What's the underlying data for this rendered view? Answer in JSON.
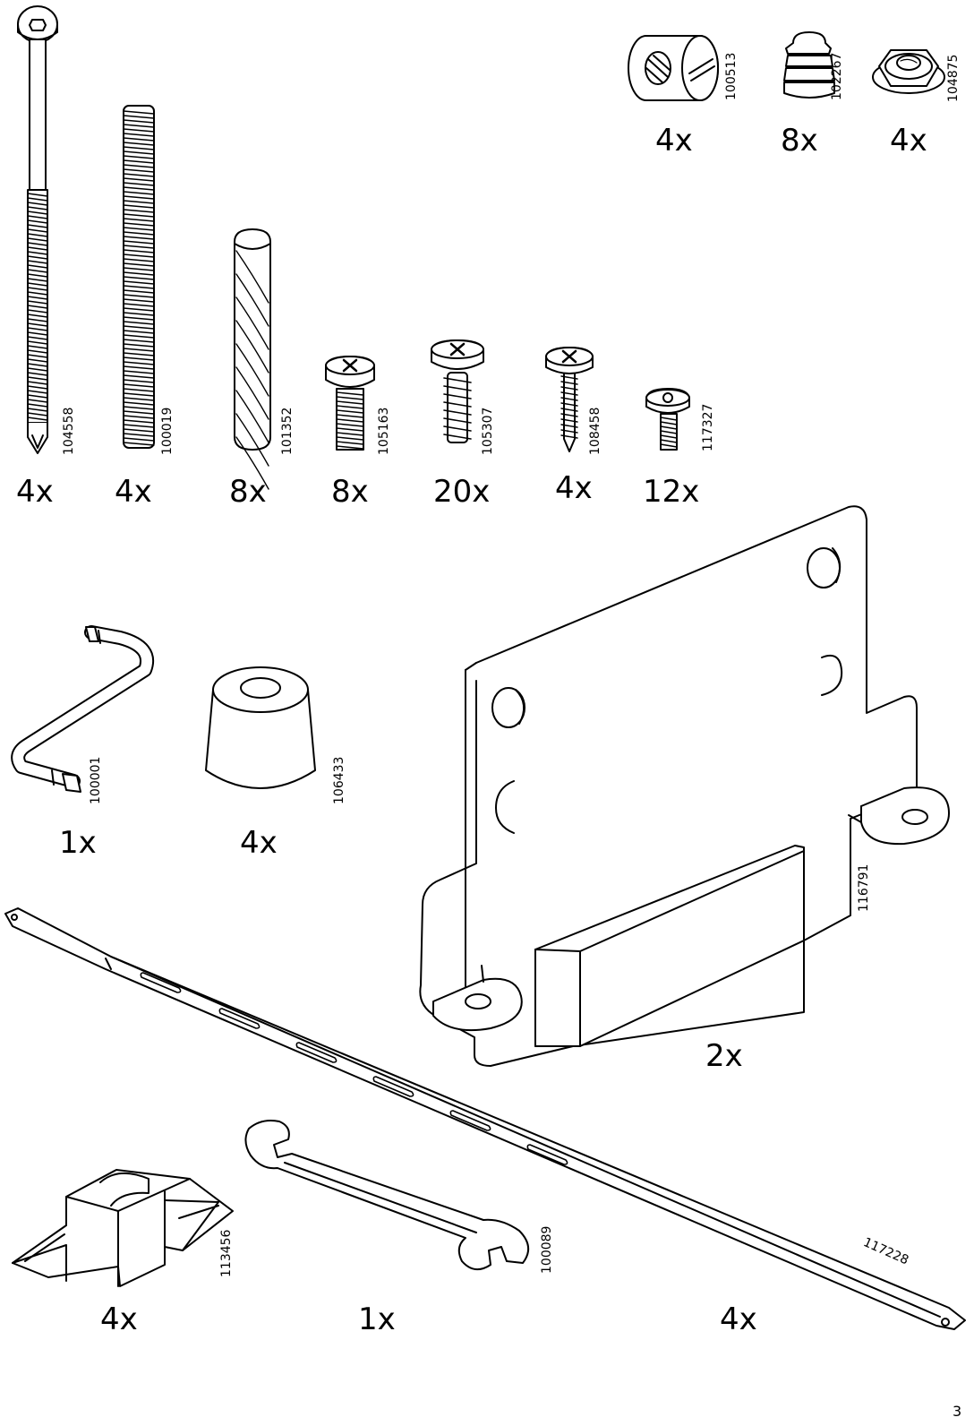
{
  "page_number": "3",
  "parts": [
    {
      "id": "bolt-long",
      "number": "104558",
      "quantity": "4x"
    },
    {
      "id": "threaded-rod",
      "number": "100019",
      "quantity": "4x"
    },
    {
      "id": "dowel",
      "number": "101352",
      "quantity": "8x"
    },
    {
      "id": "machine-screw",
      "number": "105163",
      "quantity": "8x"
    },
    {
      "id": "screw-coarse",
      "number": "105307",
      "quantity": "20x"
    },
    {
      "id": "wood-screw",
      "number": "108458",
      "quantity": "4x"
    },
    {
      "id": "screw-small",
      "number": "117327",
      "quantity": "12x"
    },
    {
      "id": "cross-dowel",
      "number": "100513",
      "quantity": "4x"
    },
    {
      "id": "plug",
      "number": "102267",
      "quantity": "8x"
    },
    {
      "id": "nut",
      "number": "104875",
      "quantity": "4x"
    },
    {
      "id": "allen-key",
      "number": "100001",
      "quantity": "1x"
    },
    {
      "id": "bumper",
      "number": "106433",
      "quantity": "4x"
    },
    {
      "id": "bracket",
      "number": "116791",
      "quantity": "2x"
    },
    {
      "id": "clip",
      "number": "113456",
      "quantity": "4x"
    },
    {
      "id": "spanner",
      "number": "100089",
      "quantity": "1x"
    },
    {
      "id": "strap",
      "number": "117228",
      "quantity": "4x"
    }
  ]
}
